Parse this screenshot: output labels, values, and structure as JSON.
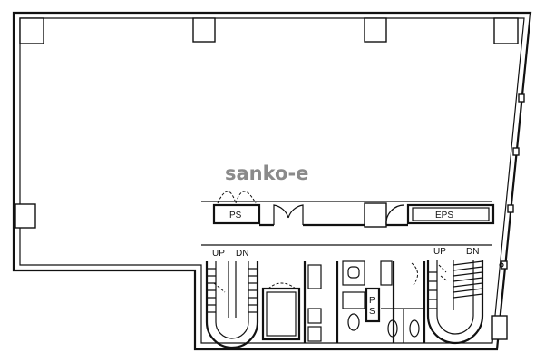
{
  "watermark": "sanko-e",
  "labels": {
    "ps_top": "PS",
    "eps": "EPS",
    "ps_core": "P\nS",
    "up_left": "UP",
    "dn_left": "DN",
    "up_right": "UP",
    "dn_right": "DN"
  },
  "icons": {
    "stair_left": "stair-icon",
    "stair_right": "stair-icon",
    "elevator": "elevator-icon",
    "toilet": "toilet-icon",
    "door": "door-swing-icon"
  }
}
